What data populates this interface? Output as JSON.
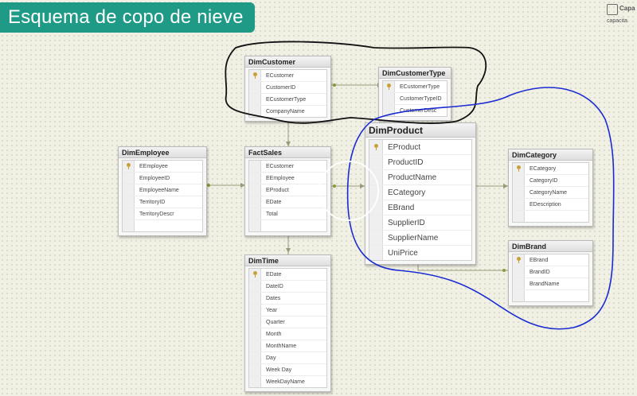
{
  "header": {
    "title": "Esquema de copo de nieve"
  },
  "logo": {
    "line1": "Capa",
    "line2": "capacita"
  },
  "tables": {
    "dimcustomer": {
      "name": "DimCustomer",
      "fields": [
        "ECustomer",
        "CustomerID",
        "ECustomerType",
        "CompanyName"
      ]
    },
    "dimcustomertype": {
      "name": "DimCustomerType",
      "fields": [
        "ECustomerType",
        "CustomerTypeID",
        "CustomerDesc"
      ]
    },
    "dimemployee": {
      "name": "DimEmployee",
      "fields": [
        "EEmployee",
        "EmployeeID",
        "EmployeeName",
        "TerritoryID",
        "TerritoryDescr"
      ]
    },
    "factsales": {
      "name": "FactSales",
      "fields": [
        "ECustomer",
        "EEmployee",
        "EProduct",
        "EDate",
        "Total"
      ]
    },
    "dimproduct": {
      "name": "DimProduct",
      "fields": [
        "EProduct",
        "ProductID",
        "ProductName",
        "ECategory",
        "EBrand",
        "SupplierID",
        "SupplierName",
        "UniPrice"
      ]
    },
    "dimcategory": {
      "name": "DimCategory",
      "fields": [
        "ECategory",
        "CategoryID",
        "CategoryName",
        "EDescription"
      ]
    },
    "dimbrand": {
      "name": "DimBrand",
      "fields": [
        "EBrand",
        "BrandID",
        "BrandName"
      ]
    },
    "dimtime": {
      "name": "DimTime",
      "fields": [
        "EDate",
        "DateID",
        "Dates",
        "Year",
        "Quarter",
        "Month",
        "MonthName",
        "Day",
        "Week Day",
        "WeekDayName"
      ]
    }
  },
  "colors": {
    "banner": "#1f9a86",
    "customer_lasso": "#111111",
    "product_lasso": "#1a2bd1",
    "connector": "#9a9a7a"
  }
}
